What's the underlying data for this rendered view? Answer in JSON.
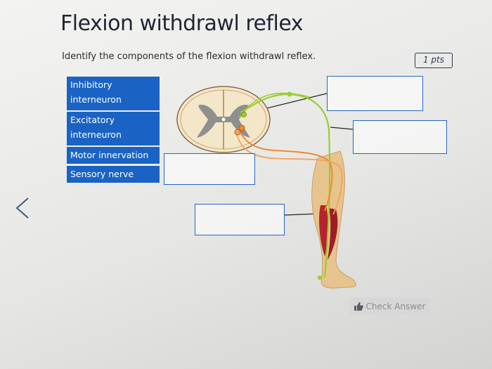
{
  "page": {
    "title": "Flexion withdrawl reflex",
    "prompt": "Identify the components of the flexion withdrawl reflex.",
    "points": "1 pts"
  },
  "options": [
    {
      "line1": "Inhibitory",
      "line2": "interneuron"
    },
    {
      "line1": "Excitatory",
      "line2": "interneuron"
    },
    {
      "label": "Motor innervation"
    },
    {
      "label": "Sensory nerve"
    }
  ],
  "check_button": {
    "label": "Check Answer",
    "icon": "thumbs-up-icon"
  },
  "colors": {
    "option_bg": "#1a63c5",
    "dropzone_border": "#2a65c4",
    "sensory_nerve": "#9acd32",
    "motor_nerve": "#f08a2c",
    "muscle": "#b5242c",
    "skin": "#e7c48e"
  }
}
